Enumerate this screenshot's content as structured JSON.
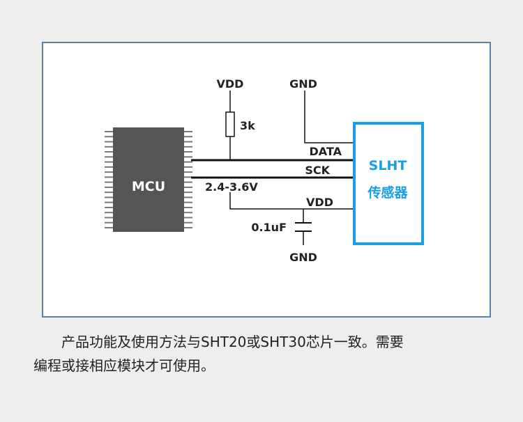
{
  "diagram": {
    "mcu_label": "MCU",
    "sensor_name": "SLHT",
    "sensor_subtitle": "传感器",
    "vdd_top": "VDD",
    "gnd_top": "GND",
    "resistor_value": "3k",
    "pin_data": "DATA",
    "pin_sck": "SCK",
    "pin_vdd": "VDD",
    "voltage_range": "2.4-3.6V",
    "capacitor_value": "0.1uF",
    "gnd_bottom": "GND",
    "colors": {
      "sensor_border": "#1a9ee6",
      "mcu_fill": "#555555",
      "wire": "#111111"
    }
  },
  "caption": {
    "line1": "产品功能及使用方法与SHT20或SHT30芯片一致。需要",
    "line2": "编程或接相应模块才可使用。"
  }
}
